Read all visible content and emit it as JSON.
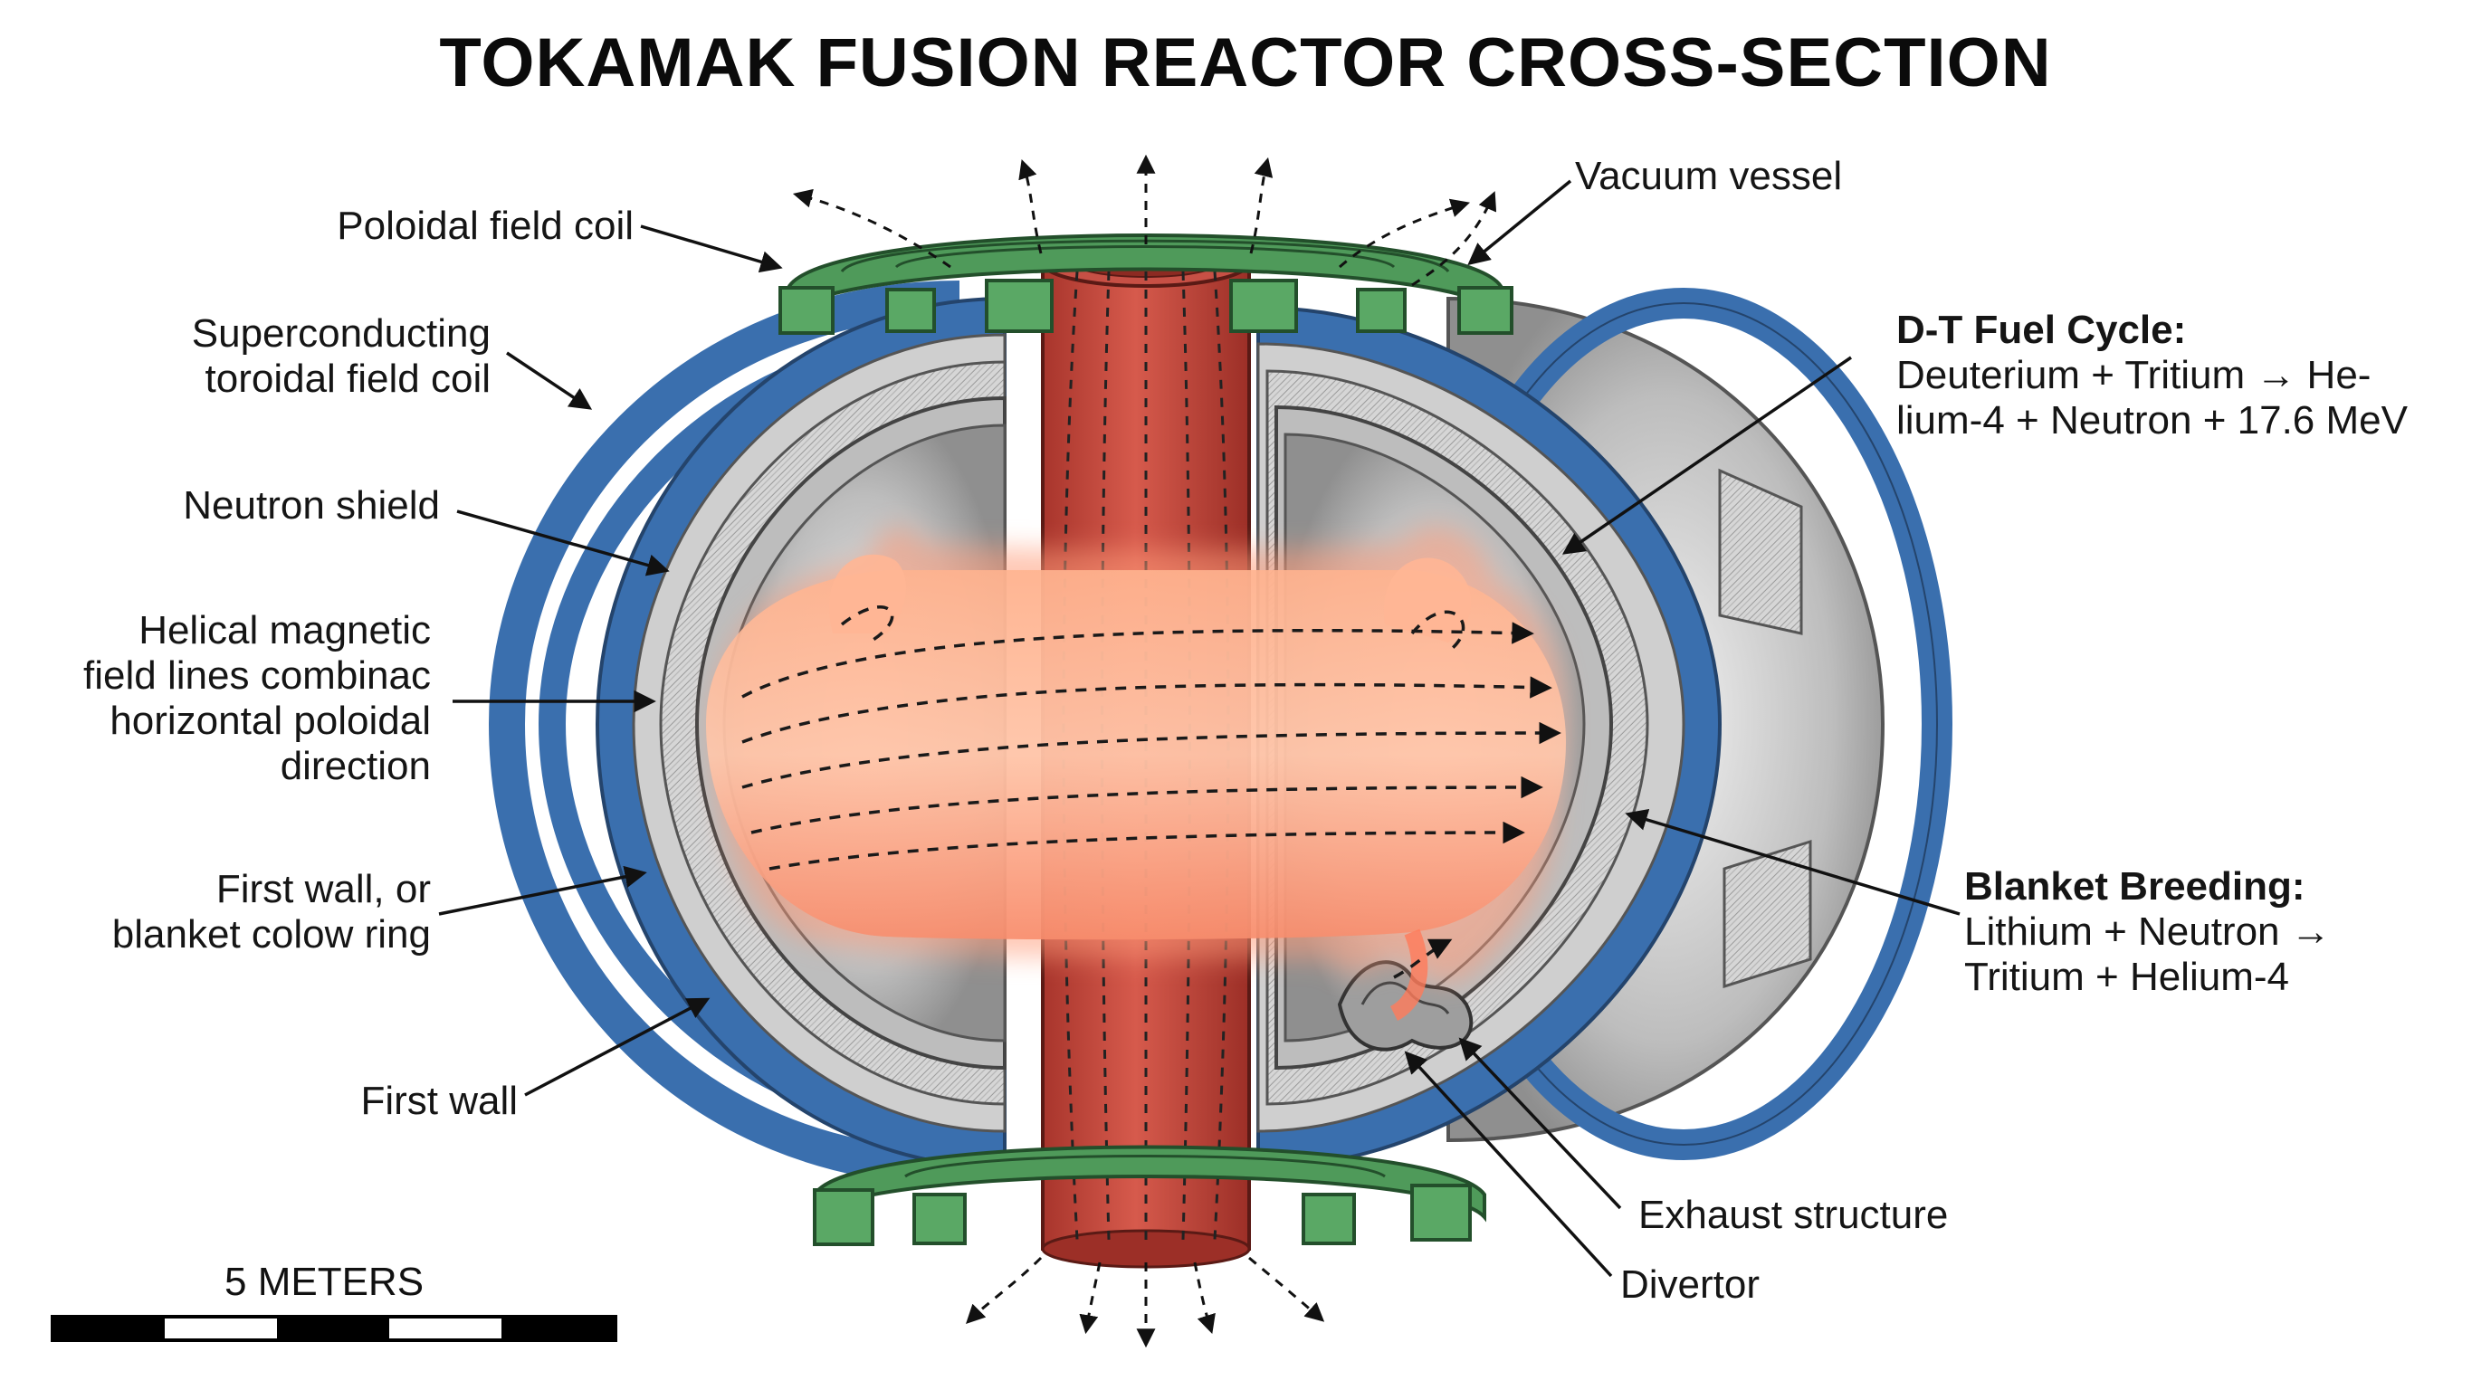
{
  "title": "TOKAMAK FUSION REACTOR CROSS-SECTION",
  "labels": {
    "poloidal_field_coil": "Poloidal field coil",
    "vacuum_vessel": "Vacuum vessel",
    "toroidal_coil": [
      "Superconducting",
      "toroidal field coil"
    ],
    "neutron_shield": "Neutron shield",
    "helical_lines": [
      "Helical magnetic",
      "field lines combinac",
      "horizontal poloidal",
      "direction"
    ],
    "first_wall_blanket": [
      "First wall, or",
      "blanket colow ring"
    ],
    "first_wall": "First wall",
    "exhaust_structure": "Exhaust structure",
    "divertor": "Divertor"
  },
  "fuel_cycle": {
    "heading": "D-T Fuel Cycle:",
    "lines": [
      "Deuterium + Tritium → He-",
      "lium-4 + Neutron + 17.6 MeV"
    ]
  },
  "blanket_breeding": {
    "heading": "Blanket Breeding:",
    "lines": [
      "Lithium + Neutron →",
      "Tritium + Helium-4"
    ]
  },
  "scale_bar": {
    "label": "5 METERS"
  },
  "colors": {
    "toroidal_coil": "#3a6fae",
    "poloidal_coil": "#4f9a5a",
    "central_solenoid": "#c4473b",
    "plasma": "#f79a78",
    "vessel": "#b9b9b9",
    "shield": "#d9d9d9"
  }
}
